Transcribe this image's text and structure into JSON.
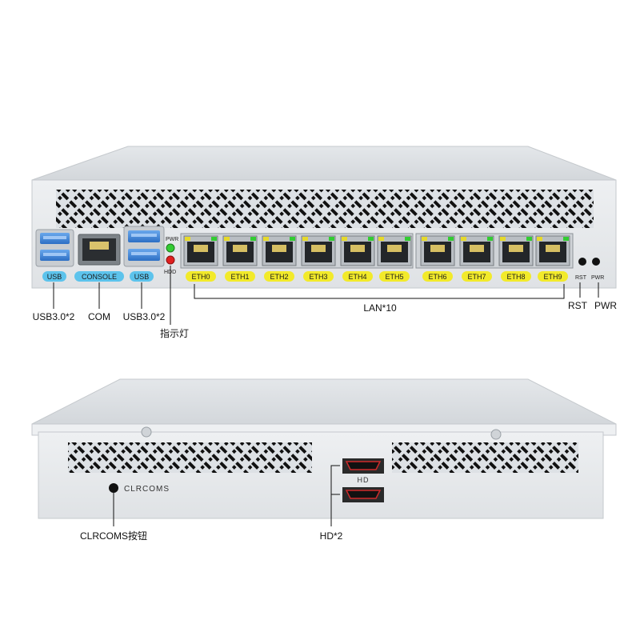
{
  "front": {
    "usb_tag": "USB",
    "console_tag": "CONSOLE",
    "led_pwr": "PWR",
    "led_hdd": "HDD",
    "eth_ports": [
      "ETH0",
      "ETH1",
      "ETH2",
      "ETH3",
      "ETH4",
      "ETH5",
      "ETH6",
      "ETH7",
      "ETH8",
      "ETH9"
    ],
    "rst_small": "RST",
    "pwr_small": "PWR"
  },
  "callouts": {
    "usb_left": "USB3.0*2",
    "com": "COM",
    "usb_right": "USB3.0*2",
    "indicator": "指示灯",
    "lan": "LAN*10",
    "rst": "RST",
    "pwr": "PWR",
    "clrcoms_button": "CLRCOMS按钮",
    "hd": "HD*2"
  },
  "back": {
    "clrcoms_label": "CLRCOMS",
    "hd_label": "HD"
  },
  "colors": {
    "chassis": "#e8ebee",
    "chassis_top": "#dfe3e6",
    "usb_blue": "#3f88d8",
    "tag_blue": "#5cc3ec",
    "tag_yellow": "#f2ea2a",
    "led_green": "#33cc33",
    "led_red": "#e02020"
  }
}
